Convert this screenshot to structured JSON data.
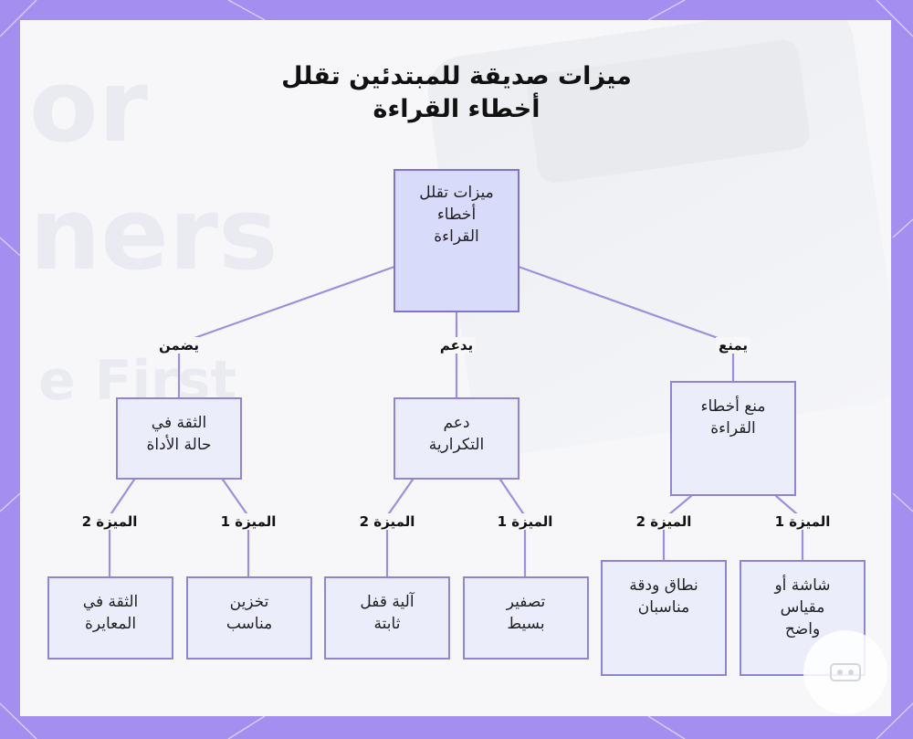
{
  "title": {
    "line1": "ميزات صديقة للمبتدئين تقلل",
    "line2": "أخطاء القراءة"
  },
  "background_words": [
    "or",
    "ners",
    "e First"
  ],
  "nodes": {
    "root": [
      "ميزات تقلل",
      "أخطاء",
      "القراءة"
    ],
    "confidence": [
      "الثقة في",
      "حالة الأداة"
    ],
    "repeatability": [
      "دعم",
      "التكرارية"
    ],
    "prevent": [
      "منع أخطاء",
      "القراءة"
    ],
    "calibration": [
      "الثقة في",
      "المعايرة"
    ],
    "storage": [
      "تخزين",
      "مناسب"
    ],
    "lock": [
      "آلية قفل",
      "ثابتة"
    ],
    "zero": [
      "تصفير",
      "بسيط"
    ],
    "range": [
      "نطاق ودقة",
      "مناسبان"
    ],
    "display": [
      "شاشة أو",
      "مقياس",
      "واضح"
    ]
  },
  "edge_labels": {
    "ensures": "يضمن",
    "supports": "يدعم",
    "prevents": "يمنع",
    "feature2_a": "الميزة 2",
    "feature1_a": "الميزة 1",
    "feature2_b": "الميزة 2",
    "feature1_b": "الميزة 1",
    "feature2_c": "الميزة 2",
    "feature1_c": "الميزة 1"
  },
  "colors": {
    "frame": "#a48ff0",
    "edge": "#a08ee0",
    "node_fill": "#ecedfb",
    "root_fill": "#d9dbfb",
    "node_border": "#8f85d6"
  },
  "icons": [
    "watermark-logo-icon"
  ]
}
